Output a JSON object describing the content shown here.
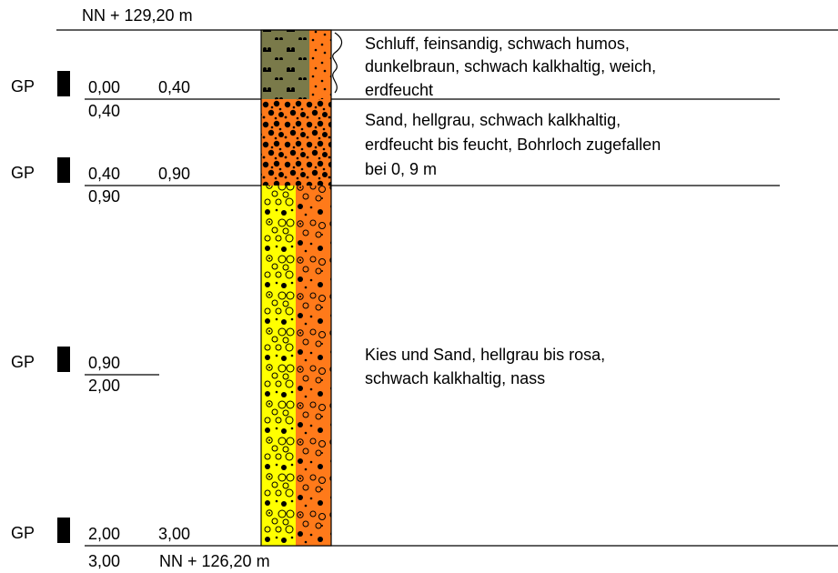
{
  "profile": {
    "top_elevation": "NN + 129,20 m",
    "bottom_elevation": "NN + 126,20 m",
    "sample_code": "GP",
    "samples": [
      {
        "code": "GP",
        "from": "0,00",
        "to": "0,40"
      },
      {
        "code": "GP",
        "from": "0,40",
        "to": "0,90"
      },
      {
        "code": "GP",
        "from": "0,90",
        "to": "2,00"
      },
      {
        "code": "GP",
        "from": "2,00",
        "to": "3,00"
      }
    ],
    "layer_bottoms": [
      "0,40",
      "0,90",
      "3,00"
    ],
    "layers": [
      {
        "top_m": 0.0,
        "bottom_m": 0.4,
        "soil": "Schluff",
        "color_left": "#7a7a4a",
        "color_right": "#ff7a1a",
        "description": [
          "Schluff, feinsandig, schwach humos,",
          "dunkelbraun, schwach kalkhaltig, weich,",
          "erdfeucht"
        ]
      },
      {
        "top_m": 0.4,
        "bottom_m": 0.9,
        "soil": "Sand",
        "color_left": "#ff7a1a",
        "color_right": "#ff7a1a",
        "description": [
          "Sand, hellgrau, schwach kalkhaltig,",
          "erdfeucht bis feucht, Bohrloch zugefallen",
          "bei 0, 9 m"
        ]
      },
      {
        "top_m": 0.9,
        "bottom_m": 3.0,
        "soil": "Kies und Sand",
        "color_left": "#ffff00",
        "color_right": "#ff7a1a",
        "description": [
          "Kies und Sand, hellgrau bis rosa,",
          "schwach kalkhaltig, nass"
        ]
      }
    ]
  }
}
